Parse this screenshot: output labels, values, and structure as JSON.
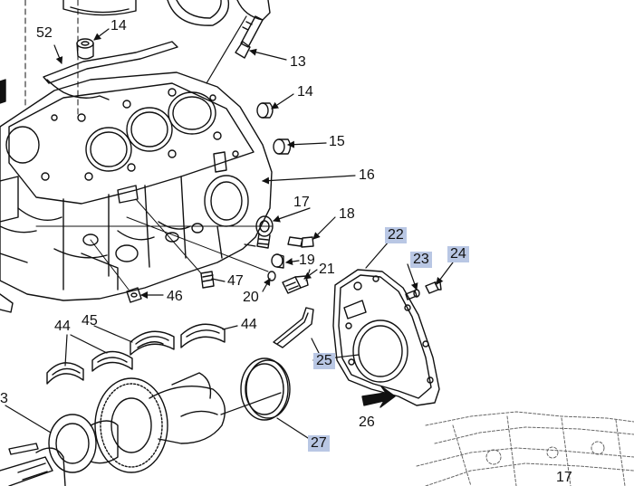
{
  "diagram": {
    "highlight_color": "#b9c7e4",
    "line_color": "#111111",
    "callouts": [
      {
        "id": "c52",
        "label": "52",
        "highlighted": false
      },
      {
        "id": "c14a",
        "label": "14",
        "highlighted": false
      },
      {
        "id": "c13",
        "label": "13",
        "highlighted": false
      },
      {
        "id": "c14b",
        "label": "14",
        "highlighted": false
      },
      {
        "id": "c15",
        "label": "15",
        "highlighted": false
      },
      {
        "id": "c16",
        "label": "16",
        "highlighted": false
      },
      {
        "id": "c17a",
        "label": "17",
        "highlighted": false
      },
      {
        "id": "c18",
        "label": "18",
        "highlighted": false
      },
      {
        "id": "c22",
        "label": "22",
        "highlighted": true
      },
      {
        "id": "c23",
        "label": "23",
        "highlighted": true
      },
      {
        "id": "c24",
        "label": "24",
        "highlighted": true
      },
      {
        "id": "c19",
        "label": "19",
        "highlighted": false
      },
      {
        "id": "c21",
        "label": "21",
        "highlighted": false
      },
      {
        "id": "c47",
        "label": "47",
        "highlighted": false
      },
      {
        "id": "c20",
        "label": "20",
        "highlighted": false
      },
      {
        "id": "c46",
        "label": "46",
        "highlighted": false
      },
      {
        "id": "c44a",
        "label": "44",
        "highlighted": false
      },
      {
        "id": "c45",
        "label": "45",
        "highlighted": false
      },
      {
        "id": "c44b",
        "label": "44",
        "highlighted": false
      },
      {
        "id": "c25",
        "label": "25",
        "highlighted": true
      },
      {
        "id": "c26",
        "label": "26",
        "highlighted": false
      },
      {
        "id": "c27",
        "label": "27",
        "highlighted": true
      },
      {
        "id": "c3",
        "label": "3",
        "highlighted": false
      },
      {
        "id": "c17b",
        "label": "17",
        "highlighted": false
      }
    ]
  }
}
